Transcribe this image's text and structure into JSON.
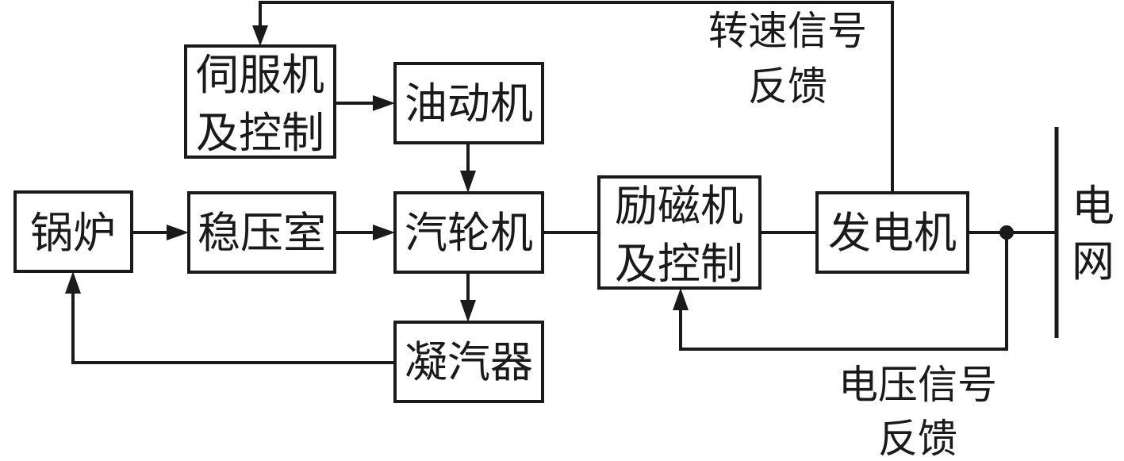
{
  "blocks": {
    "servo": [
      "伺服机",
      "及控制"
    ],
    "oil_motor": "油动机",
    "boiler": "锅炉",
    "stabilizer": "稳压室",
    "turbine": "汽轮机",
    "condenser": "凝汽器",
    "exciter": [
      "励磁机",
      "及控制"
    ],
    "generator": "发电机"
  },
  "grid_label": [
    "电",
    "网"
  ],
  "speed_feedback": [
    "转速信号",
    "反馈"
  ],
  "voltage_feedback": [
    "电压信号",
    "反馈"
  ]
}
